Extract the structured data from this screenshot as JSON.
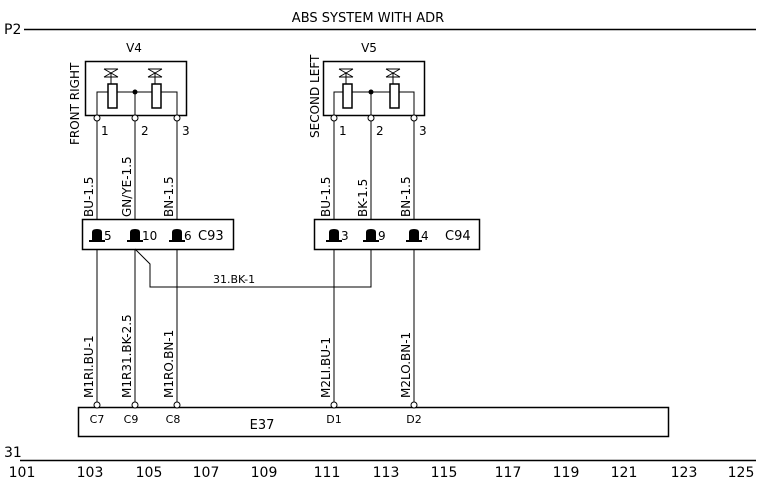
{
  "title": "ABS SYSTEM WITH ADR",
  "rail_top": "P2",
  "rail_bottom": "31",
  "valves": [
    {
      "id": "V4",
      "location": "FRONT RIGHT",
      "pins": [
        "1",
        "2",
        "3"
      ]
    },
    {
      "id": "V5",
      "location": "SECOND LEFT",
      "pins": [
        "1",
        "2",
        "3"
      ]
    }
  ],
  "connectors": [
    {
      "id": "C93",
      "pins": [
        "5",
        "10",
        "6"
      ]
    },
    {
      "id": "C94",
      "pins": [
        "3",
        "9",
        "4"
      ]
    }
  ],
  "valve_wires": {
    "v4": [
      "BU-1.5",
      "GN/YE-1.5",
      "BN-1.5"
    ],
    "v5": [
      "BU-1.5",
      "BK-1.5",
      "BN-1.5"
    ]
  },
  "bridge_wire": "31.BK-1",
  "ecu": {
    "id": "E37",
    "pins": [
      "C7",
      "C9",
      "C8",
      "D1",
      "D2"
    ],
    "wires": [
      "M1RI.BU-1",
      "M1R31.BK-2.5",
      "M1RO.BN-1",
      "M2LI.BU-1",
      "M2LO.BN-1"
    ]
  },
  "grid_labels": [
    "101",
    "103",
    "105",
    "107",
    "109",
    "111",
    "113",
    "115",
    "117",
    "119",
    "121",
    "123",
    "125"
  ]
}
